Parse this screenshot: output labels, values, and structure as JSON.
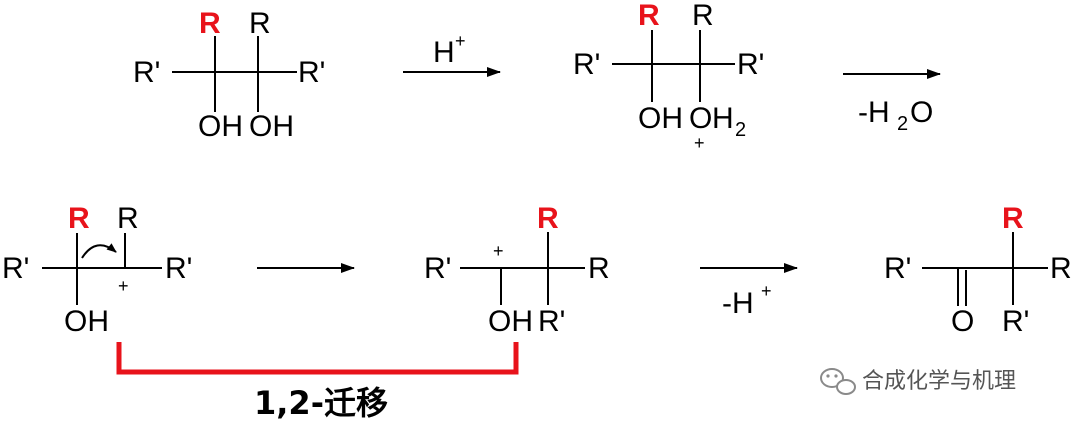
{
  "atoms": {
    "R": "R",
    "R_prime": "R'",
    "OH": "OH",
    "O": "O",
    "H2_main": "H",
    "H2_sub": "2",
    "plus": "+"
  },
  "step1": {
    "reagent": "H",
    "reagent_sup": "+"
  },
  "step2": {
    "reagent_pre": "-H",
    "reagent_sub": "2",
    "reagent_post": "O"
  },
  "step3": {
    "reagent": ""
  },
  "step4": {
    "reagent_pre": "-H",
    "reagent_sup": "+"
  },
  "annotation": {
    "label": "1,2-迁移"
  },
  "watermark": {
    "text": "合成化学与机理"
  },
  "colors": {
    "highlight": "#e8131b",
    "ink": "#000000"
  }
}
